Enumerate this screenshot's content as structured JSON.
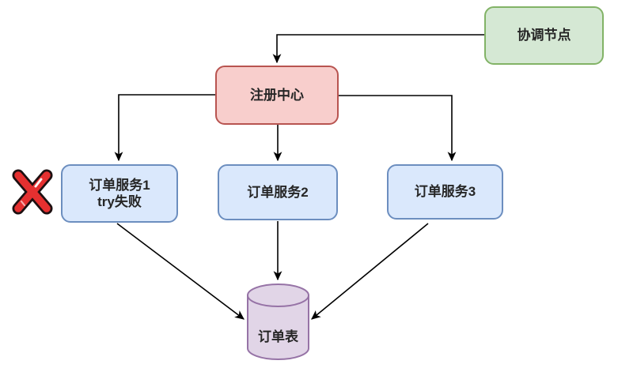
{
  "diagram": {
    "type": "flow-diagram",
    "background": "#ffffff",
    "edge_color": "#000000",
    "text_color": "#262626",
    "nodes": [
      {
        "id": "coordinator",
        "label": "协调节点",
        "shape": "rounded-rect",
        "fill": "#d5e8d4",
        "stroke": "#82b366"
      },
      {
        "id": "registry",
        "label": "注册中心",
        "shape": "rounded-rect",
        "fill": "#f8cecc",
        "stroke": "#b85450"
      },
      {
        "id": "order-service-1",
        "label": "订单服务1",
        "sublabel": "try失败",
        "shape": "rounded-rect",
        "fill": "#dae8fc",
        "stroke": "#6c8ebf"
      },
      {
        "id": "order-service-2",
        "label": "订单服务2",
        "shape": "rounded-rect",
        "fill": "#dae8fc",
        "stroke": "#6c8ebf"
      },
      {
        "id": "order-service-3",
        "label": "订单服务3",
        "shape": "rounded-rect",
        "fill": "#dae8fc",
        "stroke": "#6c8ebf"
      },
      {
        "id": "order-table",
        "label": "订单表",
        "shape": "cylinder",
        "fill": "#e1d5e7",
        "stroke": "#9673a6"
      }
    ],
    "edges": [
      {
        "from": "coordinator",
        "to": "registry"
      },
      {
        "from": "registry",
        "to": "order-service-1"
      },
      {
        "from": "registry",
        "to": "order-service-2"
      },
      {
        "from": "registry",
        "to": "order-service-3"
      },
      {
        "from": "order-service-1",
        "to": "order-table"
      },
      {
        "from": "order-service-2",
        "to": "order-table"
      },
      {
        "from": "order-service-3",
        "to": "order-table"
      }
    ],
    "markers": [
      {
        "type": "failure-x",
        "attached_to": "order-service-1",
        "color": "#e53030"
      }
    ]
  }
}
